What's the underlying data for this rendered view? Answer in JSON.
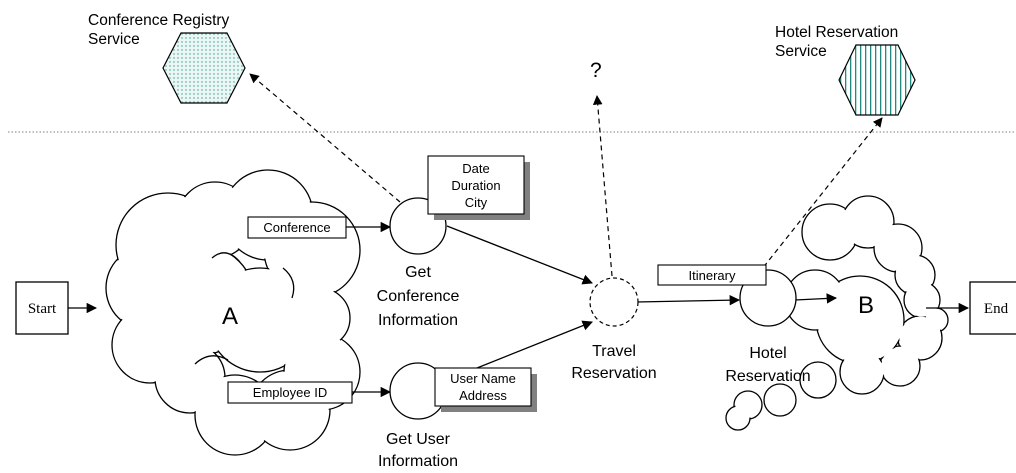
{
  "colors": {
    "stroke": "#000000",
    "service_fill": "#e3f6f4",
    "service_pattern": "#2f8f86",
    "separator": "#808080",
    "box_shadow": "#808080"
  },
  "services": {
    "conference_registry": {
      "line1": "Conference Registry",
      "line2": "Service",
      "icon": "hexagon-dotted"
    },
    "unknown": {
      "label": "?"
    },
    "hotel_reservation": {
      "line1": "Hotel Reservation",
      "line2": "Service",
      "icon": "hexagon-striped"
    }
  },
  "terminals": {
    "start": "Start",
    "end": "End"
  },
  "regions": {
    "a": "A",
    "b": "B"
  },
  "messages": {
    "conference": "Conference",
    "employee_id": "Employee ID",
    "itinerary": "Itinerary"
  },
  "outputs": {
    "conference_info": [
      "Date",
      "Duration",
      "City"
    ],
    "user_info": [
      "User Name",
      "Address"
    ]
  },
  "activities": {
    "get_conference_info": [
      "Get",
      "Conference",
      "Information"
    ],
    "get_user_info": [
      "Get User",
      "Information"
    ],
    "travel_reservation": [
      "Travel",
      "Reservation"
    ],
    "hotel_reservation": [
      "Hotel",
      "Reservation"
    ]
  }
}
